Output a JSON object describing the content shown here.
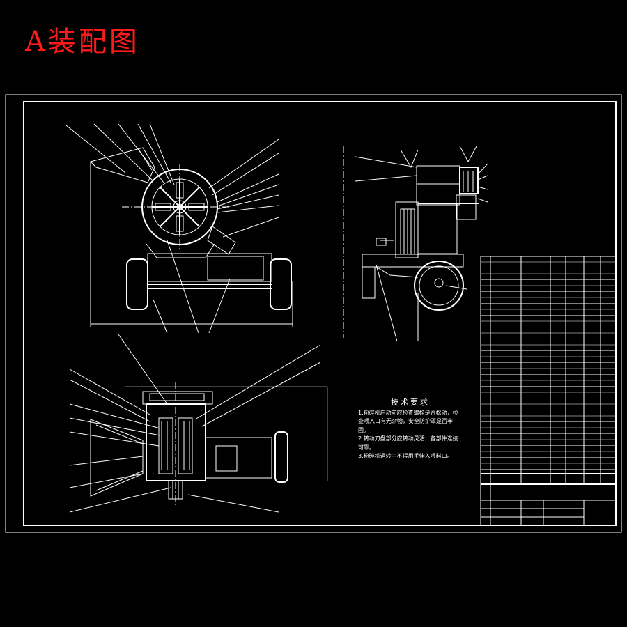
{
  "title": "A装配图",
  "tech_requirements": {
    "heading": "技术要求",
    "items": [
      "1.粉碎机启动前应检查螺栓是否松动，检查喂入口有无杂物，安全防护罩是否牢固。",
      "2.转动刀盘部分应转动灵活，各部件连接可靠。",
      "3.粉碎机运转中不得用手伸入喂料口。"
    ]
  },
  "colors": {
    "line": "#ffffff",
    "title": "#ff1a1a",
    "background": "#000000"
  }
}
